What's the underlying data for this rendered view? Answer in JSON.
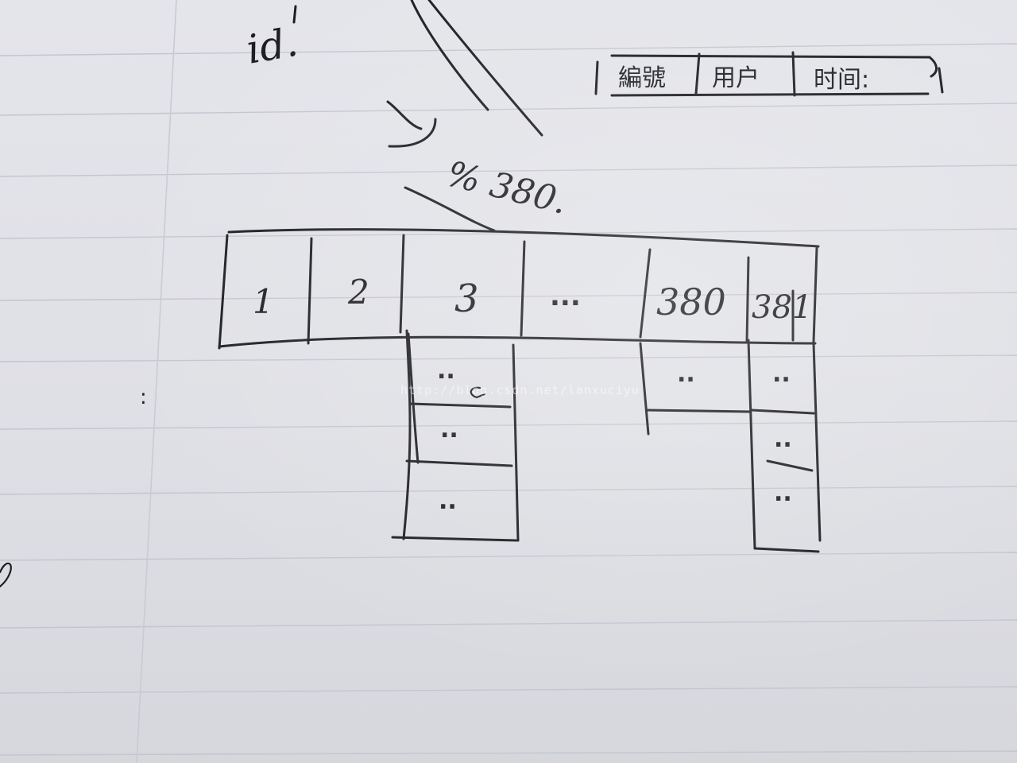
{
  "diagram": {
    "annotations": {
      "id_label": "id.",
      "arrow_label": "% 380.",
      "margin_mark": ":"
    },
    "header_record": {
      "fields": [
        "編號",
        "用户",
        "时间:"
      ]
    },
    "buckets": {
      "labels": [
        "1",
        "2",
        "3",
        "...",
        "380",
        "381"
      ],
      "chain_entry_text": ".."
    },
    "watermark": "http://blog.csdn.net/lanxuciyu"
  }
}
